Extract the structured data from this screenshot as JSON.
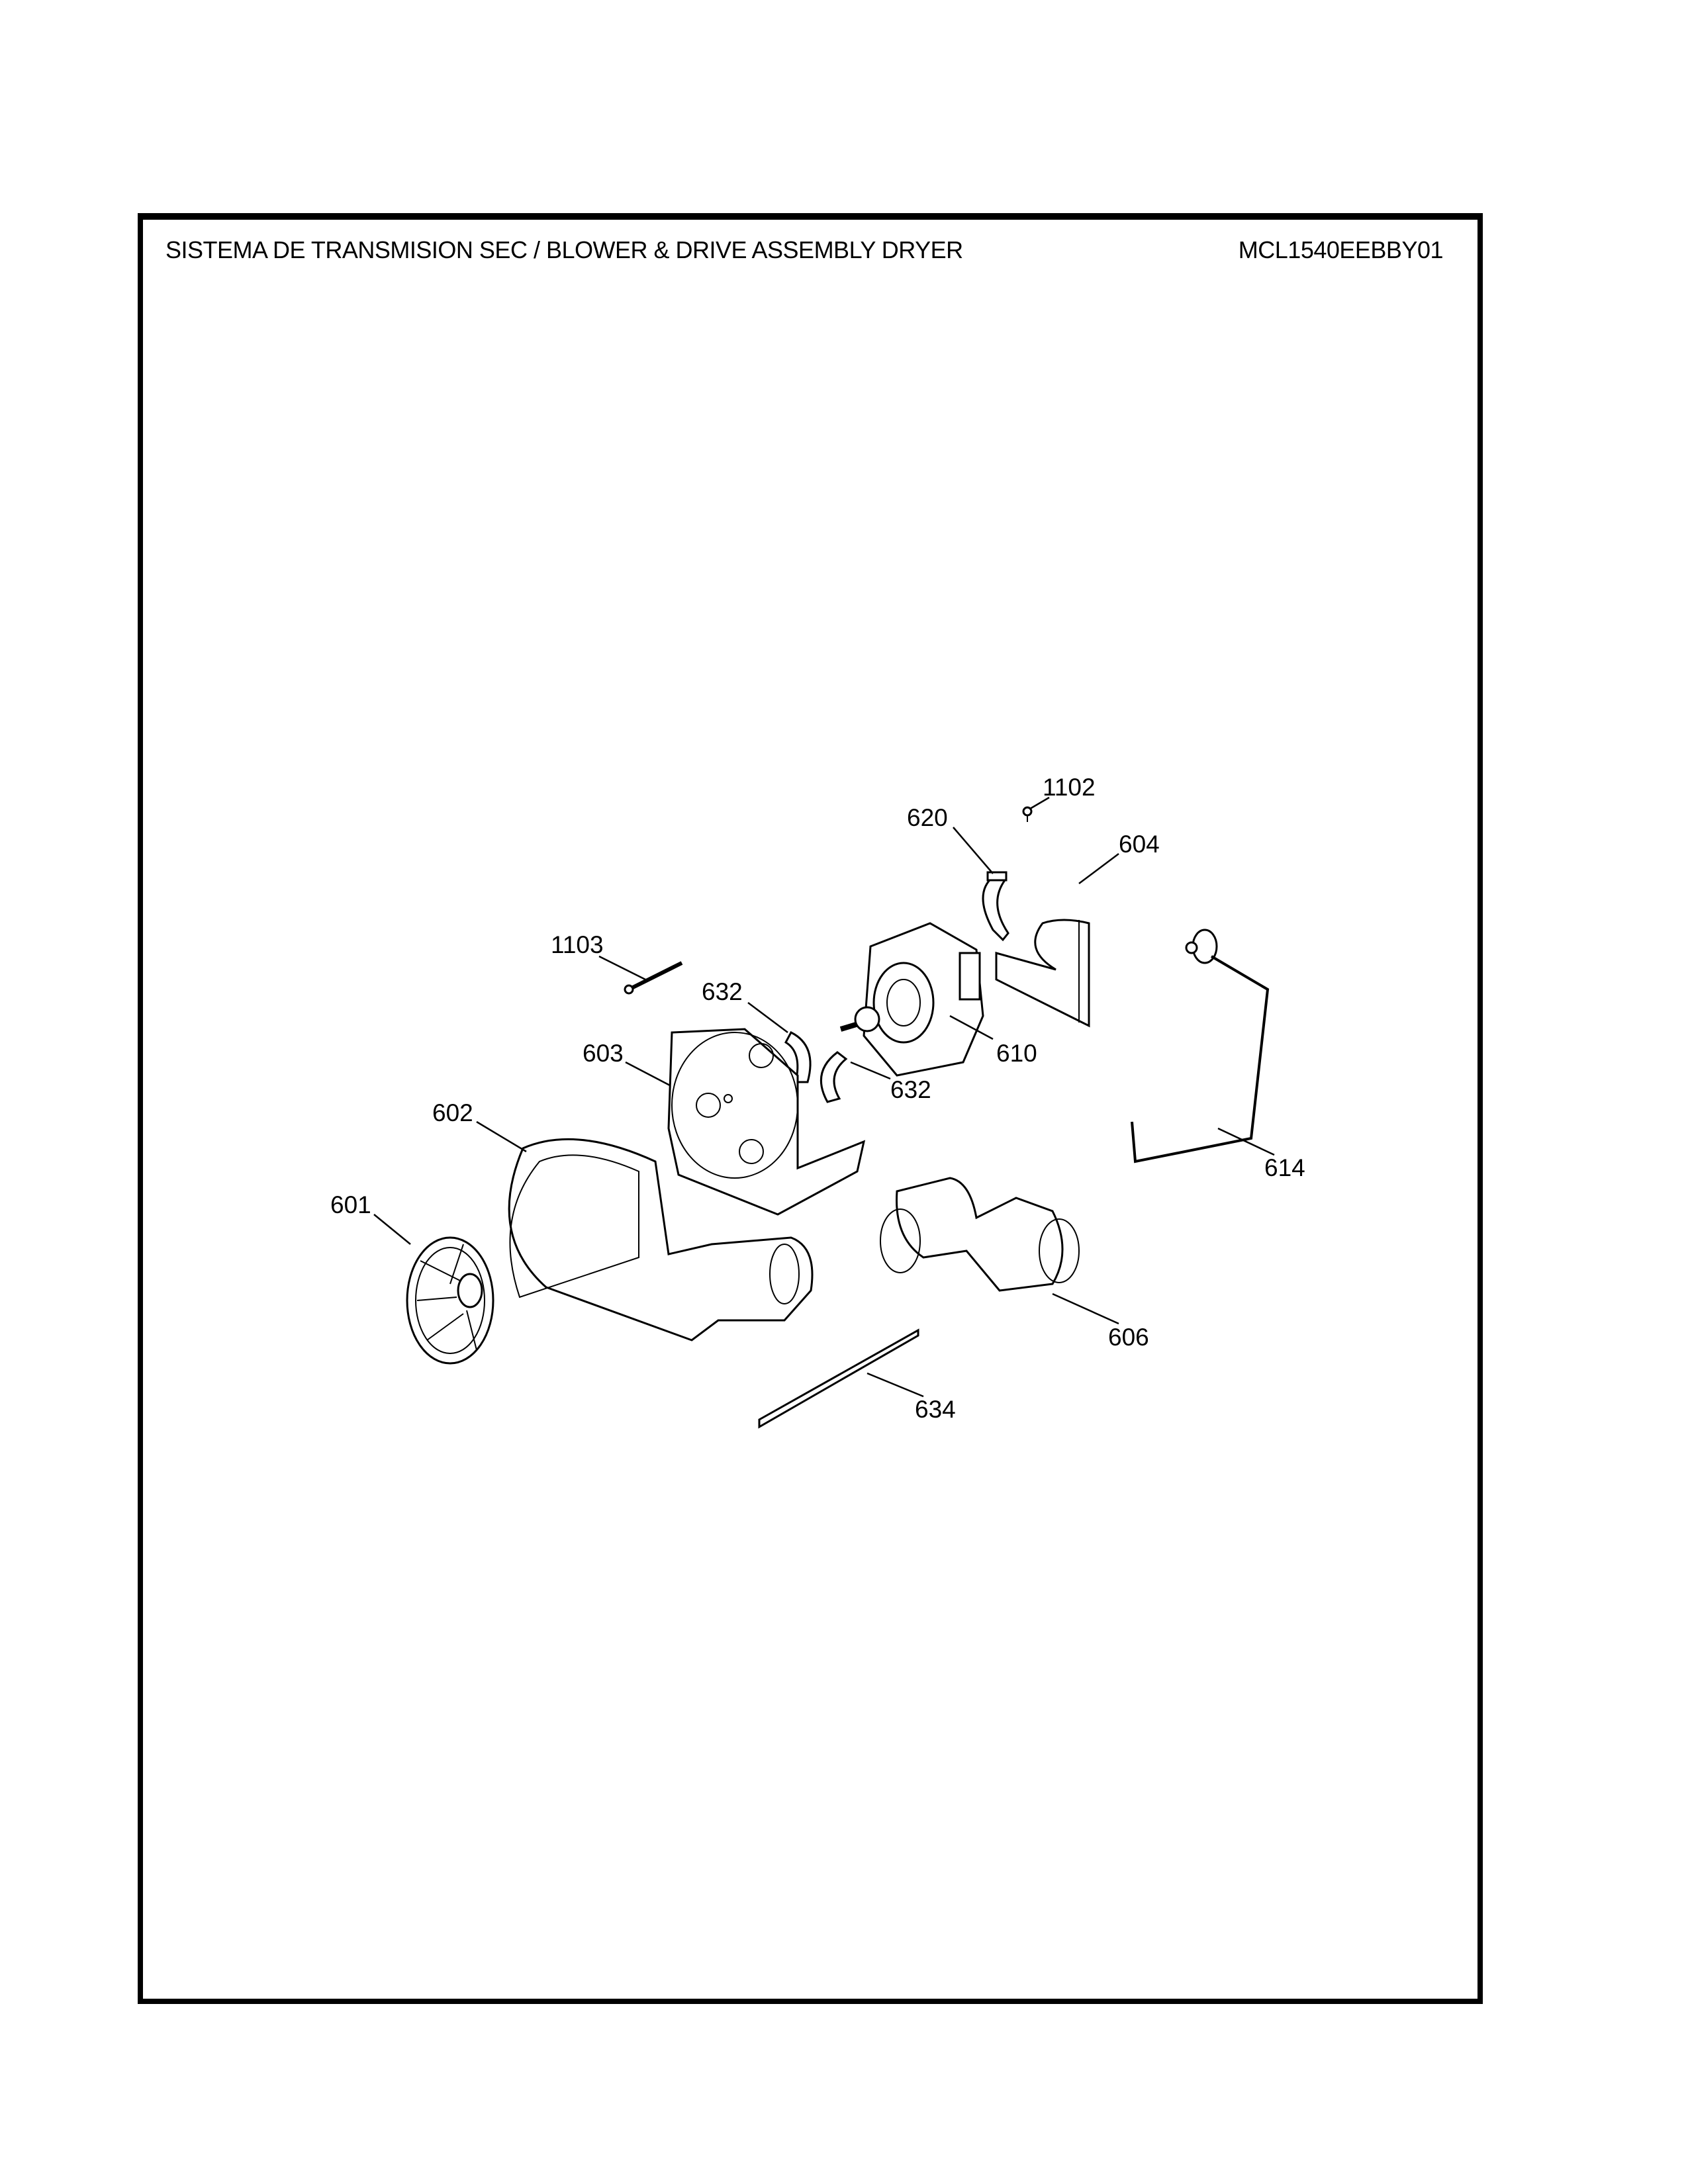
{
  "header": {
    "title": "SISTEMA DE TRANSMISION SEC / BLOWER & DRIVE ASSEMBLY DRYER",
    "model": "MCL1540EEBBY01"
  },
  "callouts": {
    "c1102": "1102",
    "c620": "620",
    "c604": "604",
    "c1103": "1103",
    "c632a": "632",
    "c610": "610",
    "c603": "603",
    "c632b": "632",
    "c602": "602",
    "c614": "614",
    "c601": "601",
    "c606": "606",
    "c634": "634"
  }
}
